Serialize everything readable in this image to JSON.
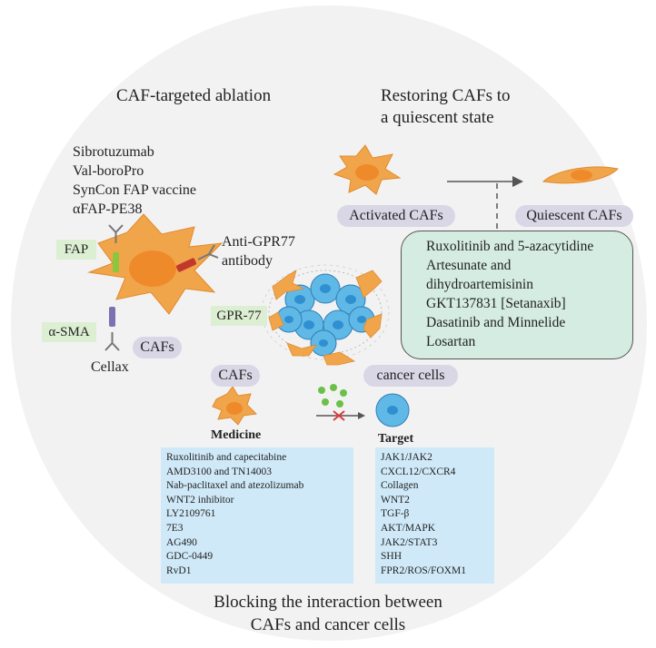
{
  "headings": {
    "ablation": "CAF-targeted ablation",
    "restoring_line1": "Restoring CAFs to",
    "restoring_line2": "a quiescent state",
    "blocking_line1": "Blocking the interaction between",
    "blocking_line2": "CAFs and cancer cells"
  },
  "ablation_drugs": [
    "Sibrotuzumab",
    "Val-boroPro",
    "SynCon FAP vaccine",
    "αFAP-PE38"
  ],
  "ablation_labels": {
    "fap": "FAP",
    "alpha_sma": "α-SMA",
    "gpr77": "GPR-77",
    "cafs": "CAFs",
    "cellax": "Cellax",
    "anti_gpr77_line1": "Anti-GPR77",
    "anti_gpr77_line2": "antibody"
  },
  "restoring": {
    "activated": "Activated CAFs",
    "quiescent": "Quiescent CAFs",
    "drugs": [
      "Ruxolitinib and 5-azacytidine",
      "Artesunate and",
      "dihydroartemisinin",
      "GKT137831 [Setanaxib]",
      "Dasatinib and Minnelide",
      "Losartan"
    ]
  },
  "blocking": {
    "cafs_label": "CAFs",
    "cancer_label": "cancer cells",
    "medicine_title": "Medicine",
    "target_title": "Target",
    "medicines": [
      "Ruxolitinib and capecitabine",
      "AMD3100 and TN14003",
      "Nab-paclitaxel and atezolizumab",
      "WNT2 inhibitor",
      "LY2109761",
      "7E3",
      "AG490",
      "GDC-0449",
      "RvD1"
    ],
    "targets": [
      "JAK1/JAK2",
      "CXCL12/CXCR4",
      "Collagen",
      "WNT2",
      "TGF-β",
      "AKT/MAPK",
      "JAK2/STAT3",
      "SHH",
      "FPR2/ROS/FOXM1"
    ]
  },
  "colors": {
    "background_circle": "#f3f2f2",
    "caf_body": "#f1a54b",
    "caf_nucleus": "#ef8a2b",
    "pill": "#d9d6e6",
    "green_tag": "#dcefd2",
    "quiescent_box": "#d5ece3",
    "table_box": "#cfe9f8",
    "cancer_cell": "#5fb8e6",
    "cancer_nucleus": "#2f8fd0",
    "fap_receptor": "#8cc63f",
    "sma_receptor": "#7a72b3",
    "gpr77_receptor": "#c0392b",
    "inhibit_x": "#e03a3a",
    "signal_dots": "#6cc04a"
  }
}
